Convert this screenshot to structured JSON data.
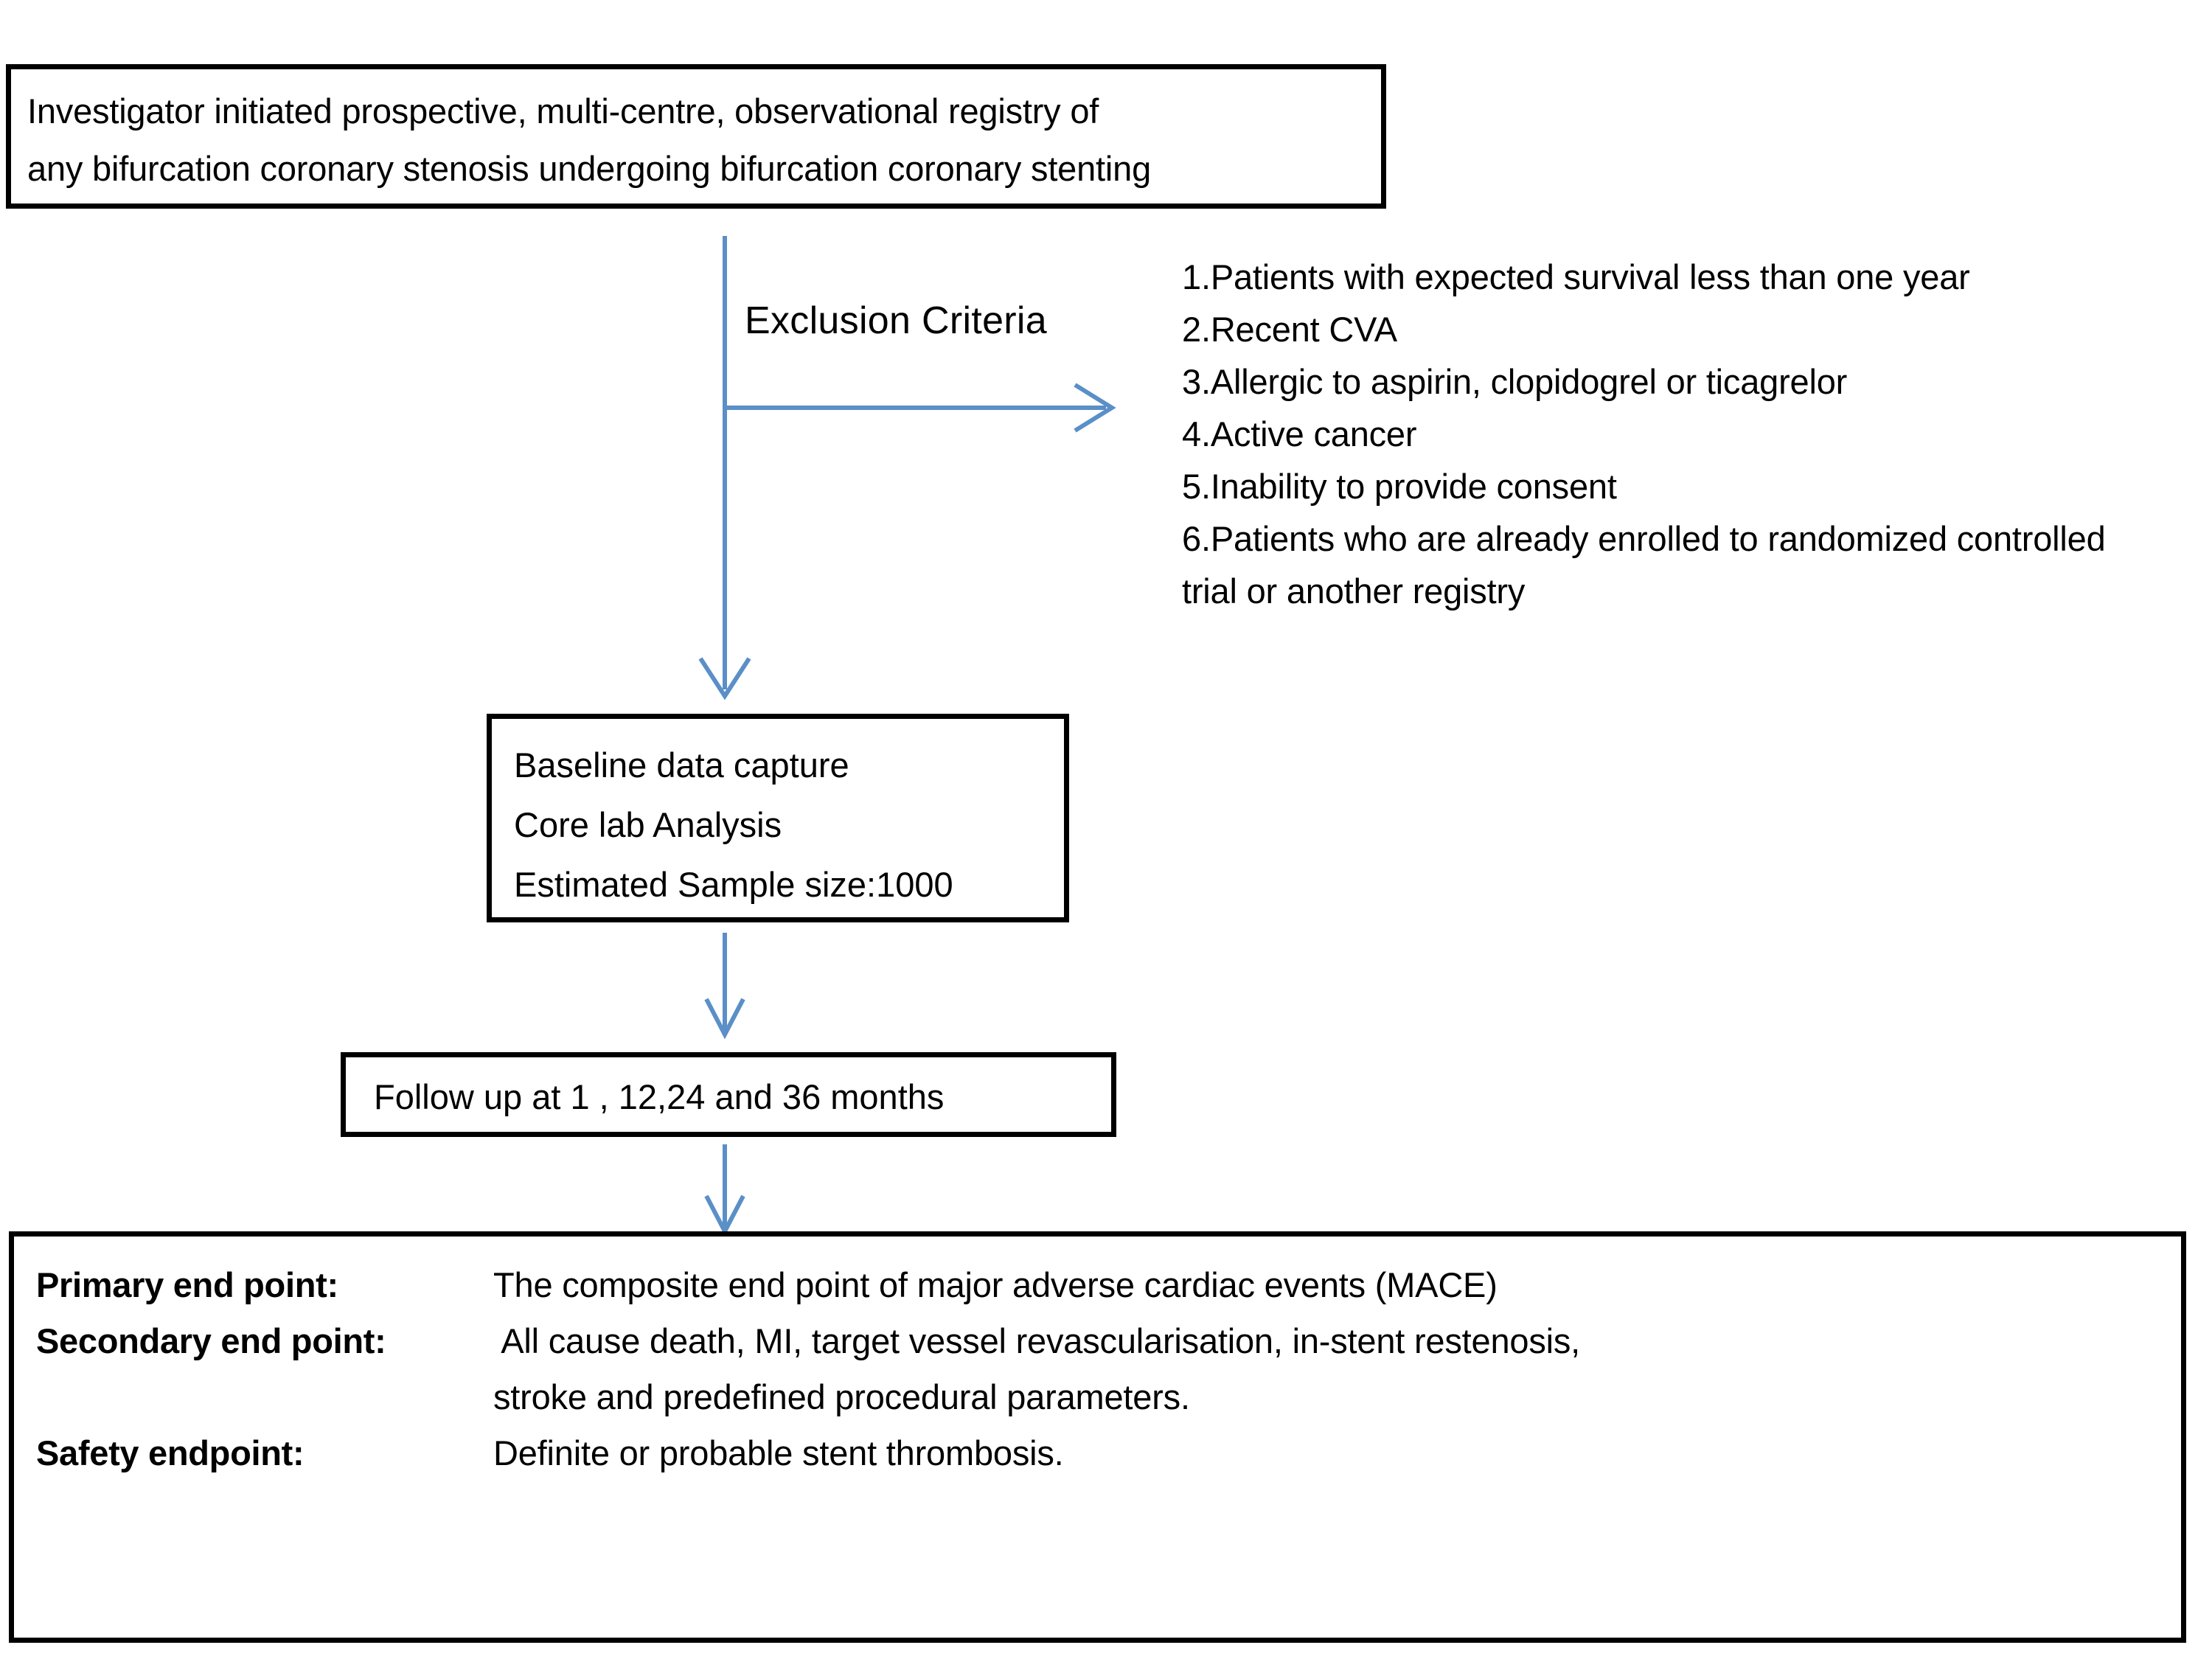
{
  "diagram": {
    "title_box": {
      "lines": [
        "Investigator initiated prospective, multi-centre, observational registry of",
        "any bifurcation coronary stenosis undergoing bifurcation coronary stenting"
      ]
    },
    "exclusion": {
      "label": "Exclusion Criteria",
      "criteria": [
        {
          "num": "1.",
          "text": "Patients with  expected survival less than one year"
        },
        {
          "num": "2.",
          "text": "Recent CVA"
        },
        {
          "num": "3.",
          "text": "Allergic to aspirin, clopidogrel or ticagrelor"
        },
        {
          "num": "4.",
          "text": "Active  cancer"
        },
        {
          "num": "5.",
          "text": "Inability  to provide consent"
        },
        {
          "num": "6.",
          "text": "Patients who are already enrolled to randomized controlled",
          "cont": "trial  or another registry"
        }
      ]
    },
    "baseline_box": {
      "lines": [
        "Baseline data capture",
        "Core lab Analysis",
        "Estimated Sample size:1000"
      ]
    },
    "followup_box": {
      "lines": [
        "Follow up at 1 , 12,24  and 36 months"
      ]
    },
    "endpoints_box": {
      "rows": [
        {
          "label": "Primary end point:",
          "value": "The composite end point of major adverse cardiac events (MACE)"
        },
        {
          "label": "Secondary end point:",
          "value": " All cause death, MI, target vessel revascularisation, in-stent restenosis,"
        },
        {
          "label": "",
          "value": "stroke and predefined procedural parameters."
        },
        {
          "label": "Safety endpoint:",
          "value": "Definite or probable stent thrombosis."
        }
      ]
    },
    "colors": {
      "box_border": "#000000",
      "text": "#000000",
      "arrow": "#5b8fc7",
      "background": "#ffffff"
    }
  }
}
